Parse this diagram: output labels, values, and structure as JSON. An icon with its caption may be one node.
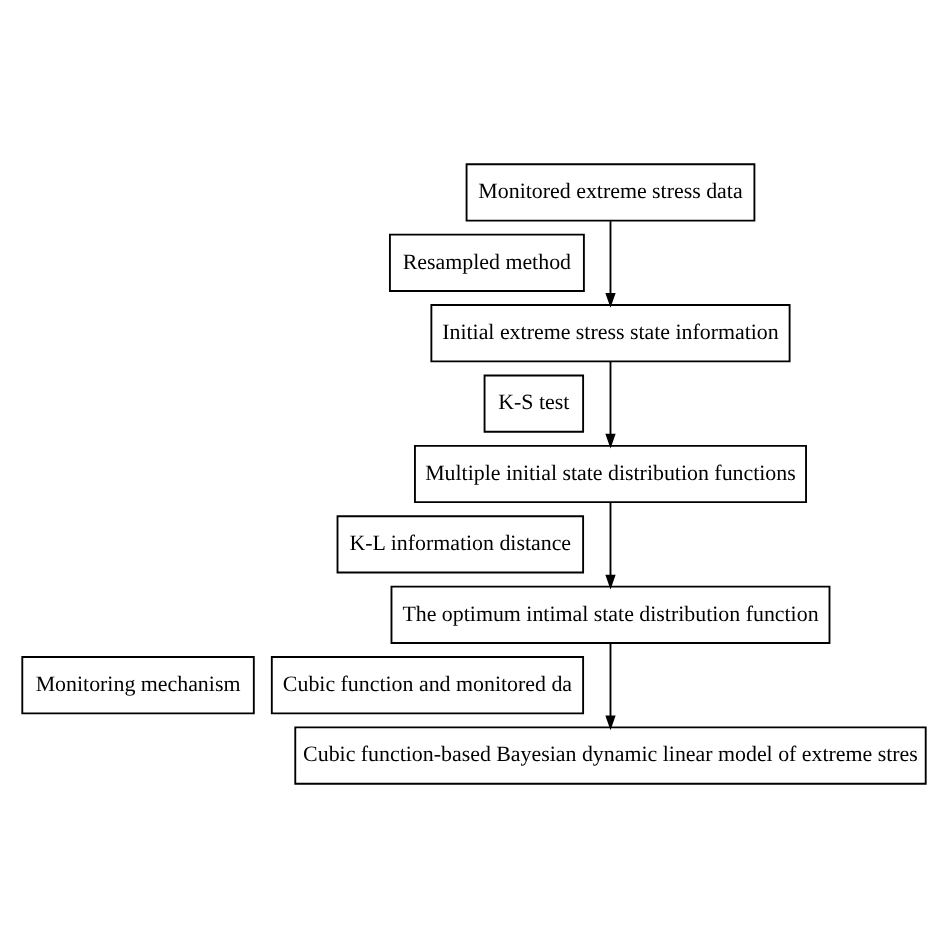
{
  "diagram": {
    "nodes": [
      {
        "text": [
          "Monitored extreme stress data"
        ]
      },
      {
        "text": [
          "Resampled method"
        ]
      },
      {
        "text": [
          "Initial extreme stress state information"
        ]
      },
      {
        "text": [
          "K-S test"
        ]
      },
      {
        "text": [
          "Multiple initial state distribution functions"
        ]
      },
      {
        "text": [
          "K-L information distance"
        ]
      },
      {
        "text": [
          "The optimum intimal state distribution function"
        ]
      },
      {
        "text": [
          "Monitoring mechanism"
        ]
      },
      {
        "text": [
          "Cubic function and monitored da"
        ]
      },
      {
        "text": [
          "Cubic function-based Bayesian dynamic linear model of extreme stres"
        ]
      }
    ],
    "edges": [
      {
        "from": 0,
        "to": 2,
        "arrow": "to"
      },
      {
        "from": 2,
        "to": 4,
        "arrow": "to"
      },
      {
        "from": 4,
        "to": 6,
        "arrow": "to"
      },
      {
        "from": 6,
        "to": 9,
        "arrow": "to"
      }
    ]
  }
}
